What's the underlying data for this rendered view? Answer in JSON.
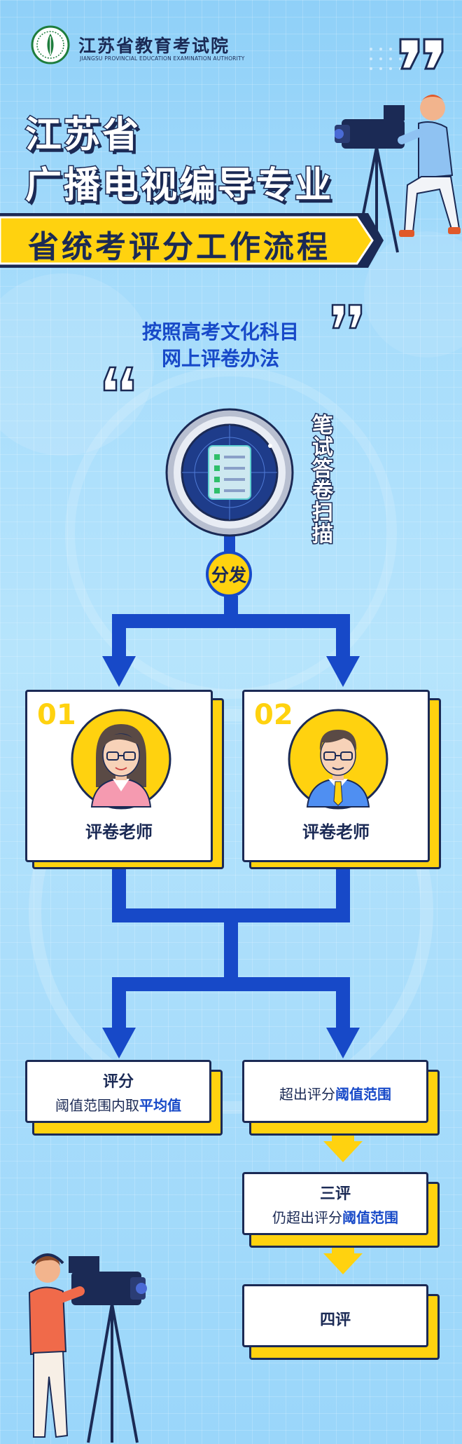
{
  "header": {
    "org_name": "江苏省教育考试院",
    "org_sub": "JIANGSU PROVINCIAL EDUCATION EXAMINATION AUTHORITY"
  },
  "title": {
    "line1": "江苏省",
    "line2": "广播电视编导专业",
    "banner": "省统考评分工作流程"
  },
  "method": {
    "line1": "按照高考文化科目",
    "line2": "网上评卷办法"
  },
  "scan_label": [
    "笔",
    "试",
    "答",
    "卷",
    "扫",
    "描"
  ],
  "distribute": "分发",
  "teachers": [
    {
      "num": "01",
      "role": "评卷老师"
    },
    {
      "num": "02",
      "role": "评卷老师"
    }
  ],
  "outcomes": {
    "score": {
      "title": "评分",
      "text": "阈值范围内取",
      "highlight": "平均值"
    },
    "exceed": {
      "text": "超出评分",
      "highlight": "阈值范围"
    },
    "third": {
      "title": "三评",
      "text": "仍超出评分",
      "highlight": "阈值范围"
    },
    "fourth": {
      "title": "四评"
    }
  },
  "colors": {
    "background": "#a4dbfb",
    "navy": "#1b2a55",
    "blue": "#1749c8",
    "yellow": "#ffd20f",
    "white": "#ffffff"
  }
}
